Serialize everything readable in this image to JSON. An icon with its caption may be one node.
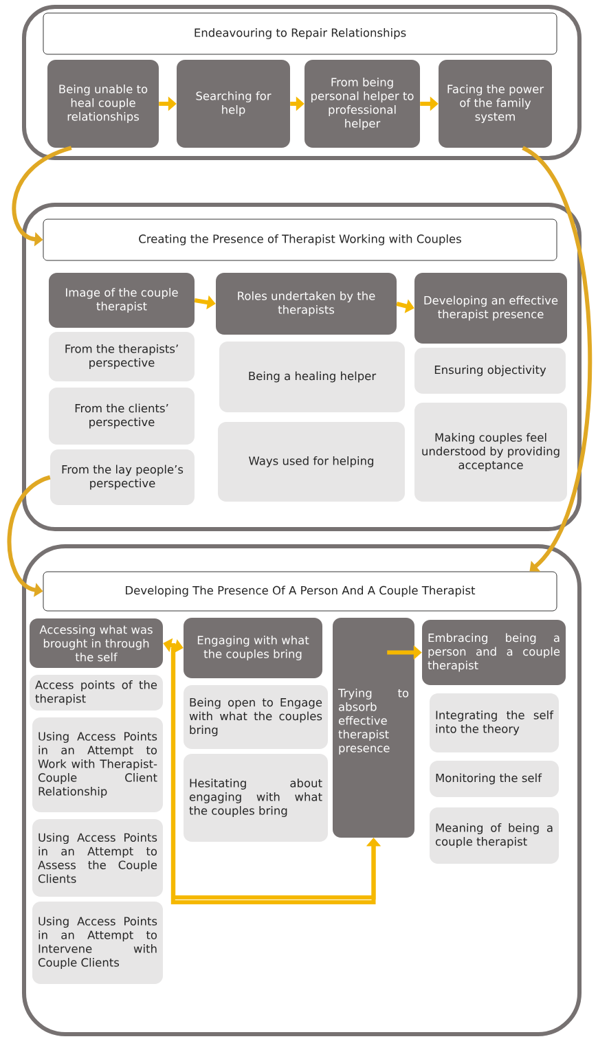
{
  "diagram": {
    "nodes": [
      {
        "text": [],
        "shape": "box"
      },
      {
        "text": [
          "Endeavouring to Repair Relationships"
        ],
        "in": 0
      },
      {
        "text": [
          "Being unable to heal couple relationships"
        ],
        "in": 0
      },
      {
        "text": [
          "Searching for help"
        ],
        "in": 0
      },
      {
        "text": [
          "From being personal helper to professional helper"
        ],
        "in": 0
      },
      {
        "text": [
          "Facing the power of the family system"
        ],
        "in": 0
      },
      {
        "text": [],
        "shape": "box"
      },
      {
        "text": [
          "Creating the Presence of Therapist Working with Couples"
        ],
        "in": 6
      },
      {
        "text": [
          "Image of the couple therapist"
        ],
        "in": 6
      },
      {
        "text": [
          "From the therapists’ perspective"
        ],
        "in": 6
      },
      {
        "text": [
          "From the clients’ perspective"
        ],
        "in": 6
      },
      {
        "text": [
          "From the lay people’s perspective"
        ],
        "in": 6
      },
      {
        "text": [
          "Roles undertaken by the therapists"
        ],
        "in": 6
      },
      {
        "text": [
          "Being a healing helper"
        ],
        "in": 6
      },
      {
        "text": [
          "Ways used for helping"
        ],
        "in": 6
      },
      {
        "text": [
          "Developing an effective therapist presence"
        ],
        "in": 6
      },
      {
        "text": [
          "Ensuring objectivity"
        ],
        "in": 6
      },
      {
        "text": [
          "Making couples feel understood by providing acceptance"
        ],
        "in": 6
      },
      {
        "text": [],
        "shape": "box"
      },
      {
        "text": [
          "Developing The Presence Of A Person And A Couple Therapist"
        ],
        "in": 18
      },
      {
        "text": [
          "Accessing what was brought in through the self"
        ],
        "in": 18
      },
      {
        "text": [
          "Access points of the therapist"
        ],
        "in": 18
      },
      {
        "text": [
          "Using Access Points in an Attempt to Work with Therapist-Couple Client Relationship"
        ],
        "in": 18
      },
      {
        "text": [
          "Using Access Points in an Attempt to Assess the Couple Clients"
        ],
        "in": 18
      },
      {
        "text": [
          "Using Access Points in an Attempt to Intervene with Couple Clients"
        ],
        "in": 18
      },
      {
        "text": [
          "Engaging with what the couples bring"
        ],
        "in": 18
      },
      {
        "text": [
          "Being open to Engage with what the couples bring"
        ],
        "in": 18
      },
      {
        "text": [
          "Hesitating about engaging with what the couples bring"
        ],
        "in": 18
      },
      {
        "text": [
          "Trying to absorb effective therapist presence"
        ],
        "in": 18
      },
      {
        "text": [
          "Embracing being a person and a couple therapist"
        ],
        "in": 18
      },
      {
        "text": [
          "Integrating the self into the theory"
        ],
        "in": 18
      },
      {
        "text": [
          "Monitoring the self"
        ],
        "in": 18
      },
      {
        "text": [
          "Meaning of being a couple therapist"
        ],
        "in": 18
      }
    ],
    "edges": [
      {
        "from": 2,
        "to": 3,
        "arrow": "to"
      },
      {
        "from": 3,
        "to": 4,
        "arrow": "to"
      },
      {
        "from": 4,
        "to": 5,
        "arrow": "to"
      },
      {
        "from": 8,
        "to": 12,
        "arrow": "to"
      },
      {
        "from": 12,
        "to": 15,
        "arrow": "to"
      },
      {
        "from": 20,
        "to": 25,
        "arrow": "both"
      },
      {
        "from": 20,
        "to": 28,
        "arrow": "to"
      },
      {
        "from": 25,
        "to": 28,
        "arrow": "to"
      },
      {
        "from": 28,
        "to": 29,
        "arrow": "to"
      },
      {
        "from": 2,
        "to": 7,
        "arrow": "to"
      },
      {
        "from": 5,
        "to": 19,
        "arrow": "to"
      },
      {
        "from": 11,
        "to": 19,
        "arrow": "to"
      }
    ]
  }
}
